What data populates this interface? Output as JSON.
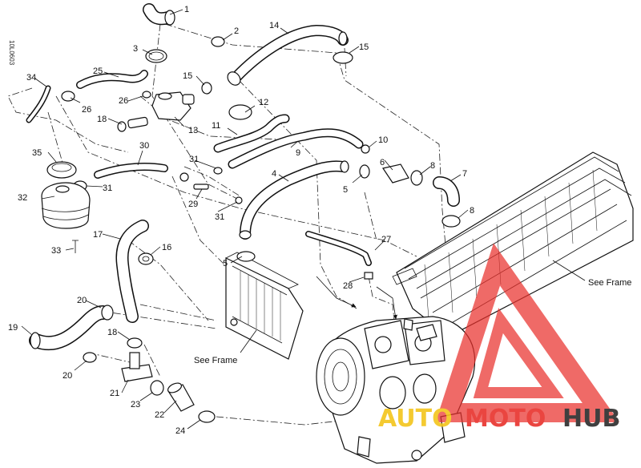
{
  "document_id": "10L0603",
  "frame_label": "See Frame",
  "watermark": {
    "word_1": "AUTO",
    "word_2": "MOTO",
    "word_3": "HUB",
    "color_red": "#e8312c",
    "color_yellow": "#f3c51b",
    "color_dark": "#2b2b2b"
  },
  "callouts": [
    "1",
    "2",
    "3",
    "14",
    "15",
    "25",
    "34",
    "15",
    "26",
    "18",
    "13",
    "12",
    "11",
    "10",
    "9",
    "35",
    "30",
    "31",
    "6",
    "8",
    "7",
    "32",
    "31",
    "4",
    "29",
    "5",
    "31",
    "8",
    "17",
    "33",
    "16",
    "27",
    "5",
    "28",
    "20",
    "19",
    "18",
    "20",
    "21",
    "23",
    "22",
    "24"
  ]
}
